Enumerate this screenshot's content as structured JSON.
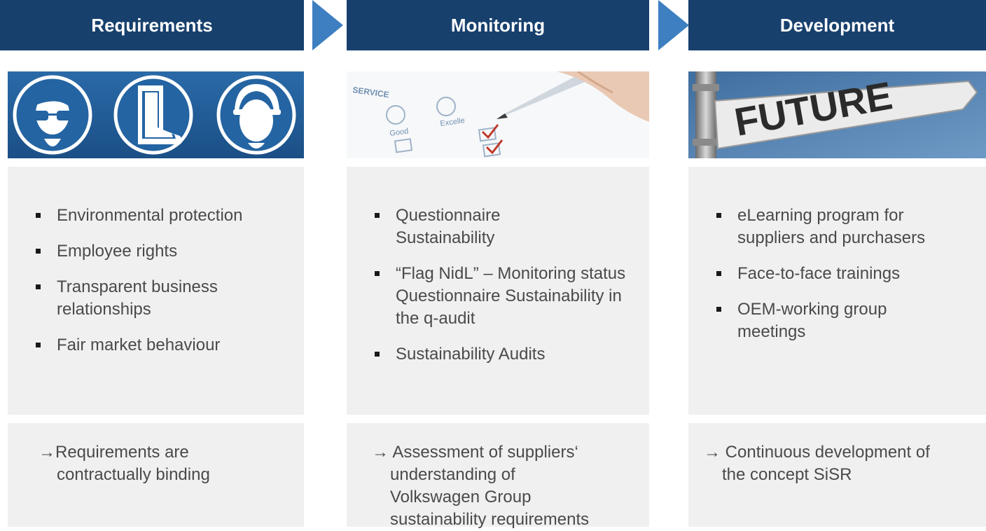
{
  "stages": [
    {
      "title": "Requirements",
      "image_icons": [
        "safety-glasses-icon",
        "safety-boots-icon",
        "hard-hat-icon"
      ],
      "items": [
        "Environmental protection",
        "Employee rights",
        "Transparent business relationships",
        "Fair market behaviour"
      ],
      "result_arrow": "→",
      "result_line1": "Requirements are",
      "result_line2": "contractually binding"
    },
    {
      "title": "Monitoring",
      "image_icons": [
        "questionnaire-pen-icon"
      ],
      "items": [
        "Questionnaire Sustainability",
        "“Flag NidL” – Monitoring status Questionnaire Sustainability in the q-audit",
        "Sustainability Audits"
      ],
      "result_arrow": "→",
      "result_line1": "Assessment of suppliers‘",
      "result_line2": "understanding of",
      "result_line3": "Volkswagen Group",
      "result_line4": "sustainability requirements"
    },
    {
      "title": "Development",
      "image_icons": [
        "future-signpost-icon"
      ],
      "items": [
        "eLearning program for suppliers and purchasers",
        "Face-to-face trainings",
        "OEM-working group meetings"
      ],
      "result_arrow": "→",
      "result_line1": "Continuous development of",
      "result_line2": "the concept SiSR"
    }
  ],
  "picture_text": {
    "service": "SERVICE",
    "good": "Good",
    "excellent": "Excelle",
    "future": "FUTURE"
  },
  "colors": {
    "header_bg": "#17406d",
    "chevron": "#3d7fc1",
    "panel_bg": "#f0f0f0",
    "text": "#4a4a4a"
  }
}
